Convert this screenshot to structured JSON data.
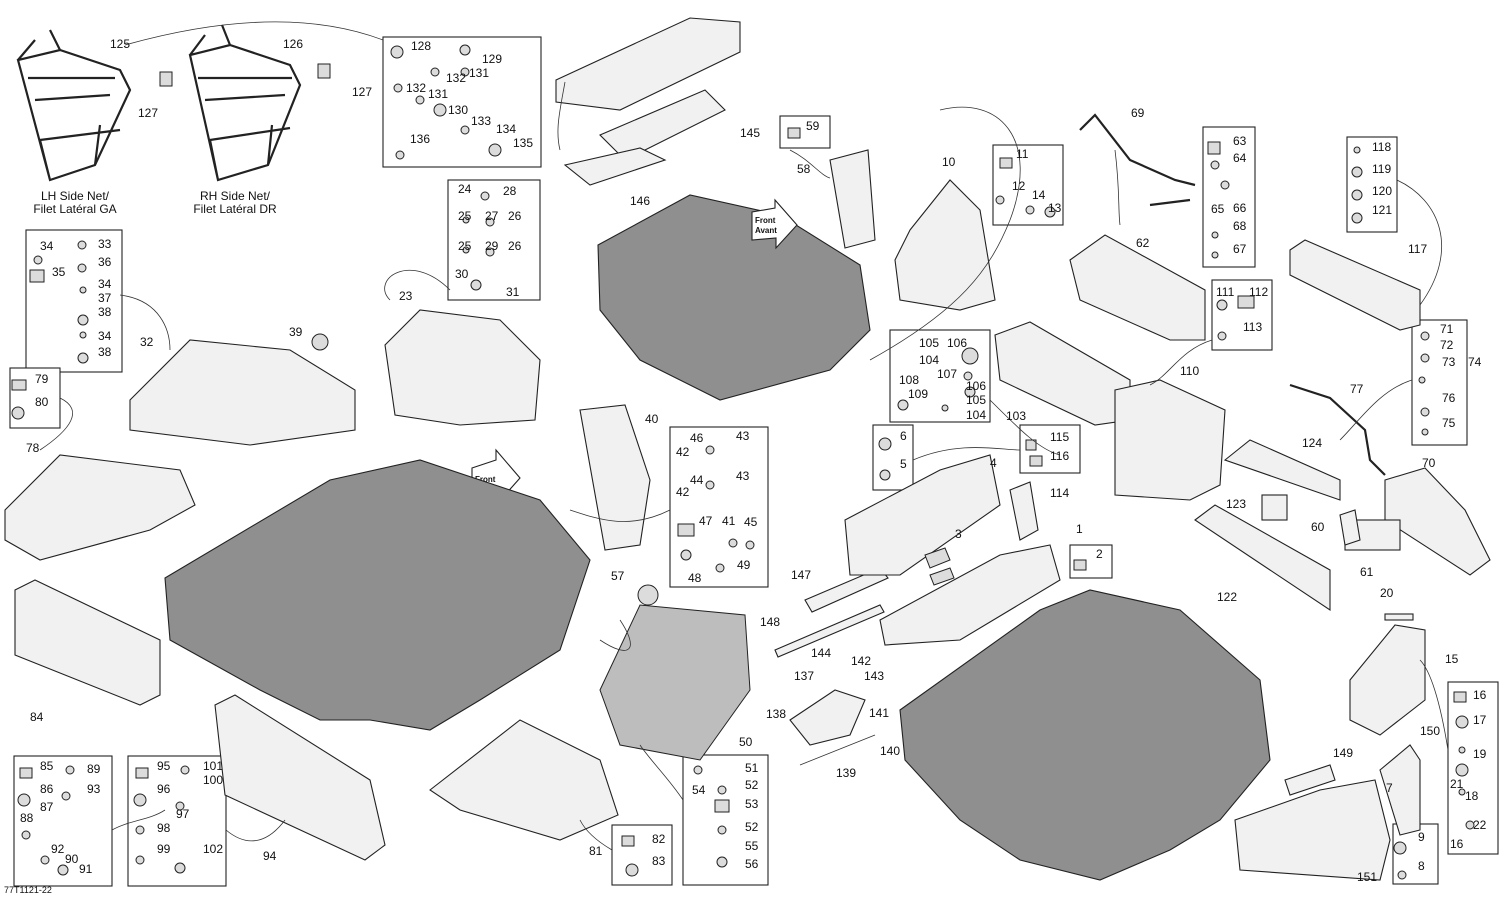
{
  "drawing_ref": "77T1121-22",
  "captions": {
    "lh_side_net_line1": "LH Side Net/",
    "lh_side_net_line2": "Filet Latéral GA",
    "rh_side_net_line1": "RH Side Net/",
    "rh_side_net_line2": "Filet Latéral DR"
  },
  "front_arrow": {
    "line1": "Front",
    "line2": "Avant"
  },
  "labels": {
    "l125": "125",
    "l126": "126",
    "l127a": "127",
    "l127b": "127",
    "l128": "128",
    "l129": "129",
    "l131a": "131",
    "l132a": "132",
    "l132b": "132",
    "l131b": "131",
    "l130": "130",
    "l133": "133",
    "l134": "134",
    "l135": "135",
    "l136": "136",
    "l145": "145",
    "l146": "146",
    "l59": "59",
    "l58": "58",
    "l10": "10",
    "l11": "11",
    "l12": "12",
    "l14": "14",
    "l13": "13",
    "l69": "69",
    "l62": "62",
    "l63": "63",
    "l64": "64",
    "l65": "65",
    "l66": "66",
    "l68": "68",
    "l67": "67",
    "l117": "117",
    "l118": "118",
    "l119": "119",
    "l120": "120",
    "l121": "121",
    "l24": "24",
    "l28": "28",
    "l25a": "25",
    "l27": "27",
    "l26a": "26",
    "l25b": "25",
    "l29": "29",
    "l26b": "26",
    "l30": "30",
    "l31": "31",
    "l34a": "34",
    "l33": "33",
    "l35": "35",
    "l36": "36",
    "l34b": "34",
    "l37": "37",
    "l38a": "38",
    "l34c": "34",
    "l38b": "38",
    "l32": "32",
    "l79": "79",
    "l80": "80",
    "l78": "78",
    "l39": "39",
    "l23": "23",
    "l40": "40",
    "l46": "46",
    "l43a": "43",
    "l42a": "42",
    "l43b": "43",
    "l42b": "42",
    "l44": "44",
    "l47": "47",
    "l41": "41",
    "l45": "45",
    "l48": "48",
    "l49": "49",
    "l105a": "105",
    "l106a": "106",
    "l104a": "104",
    "l107": "107",
    "l108": "108",
    "l106b": "106",
    "l109": "109",
    "l105b": "105",
    "l104b": "104",
    "l103": "103",
    "l110": "110",
    "l111": "111",
    "l112": "112",
    "l113": "113",
    "l71": "71",
    "l72": "72",
    "l73": "73",
    "l74": "74",
    "l76": "76",
    "l75": "75",
    "l77": "77",
    "l70": "70",
    "l124": "124",
    "l123": "123",
    "l60": "60",
    "l61": "61",
    "l122": "122",
    "l6": "6",
    "l5": "5",
    "l4": "4",
    "l115": "115",
    "l116": "116",
    "l114": "114",
    "l1": "1",
    "l2": "2",
    "l3": "3",
    "l147": "147",
    "l148": "148",
    "l57": "57",
    "l50": "50",
    "l144": "144",
    "l142": "142",
    "l143": "143",
    "l137": "137",
    "l138": "138",
    "l141": "141",
    "l140": "140",
    "l139": "139",
    "l20": "20",
    "l15": "15",
    "l16a": "16",
    "l17": "17",
    "l19": "19",
    "l21": "21",
    "l18": "18",
    "l22": "22",
    "l16b": "16",
    "l150": "150",
    "l149": "149",
    "l7": "7",
    "l9": "9",
    "l8": "8",
    "l151": "151",
    "l84": "84",
    "l85": "85",
    "l89": "89",
    "l86": "86",
    "l93": "93",
    "l87": "87",
    "l88": "88",
    "l92": "92",
    "l90": "90",
    "l91": "91",
    "l95": "95",
    "l101": "101",
    "l96": "96",
    "l100": "100",
    "l97": "97",
    "l98": "98",
    "l99": "99",
    "l102": "102",
    "l94": "94",
    "l81": "81",
    "l82": "82",
    "l83": "83",
    "l51": "51",
    "l54": "54",
    "l52a": "52",
    "l53": "53",
    "l52b": "52",
    "l55": "55",
    "l56": "56"
  }
}
